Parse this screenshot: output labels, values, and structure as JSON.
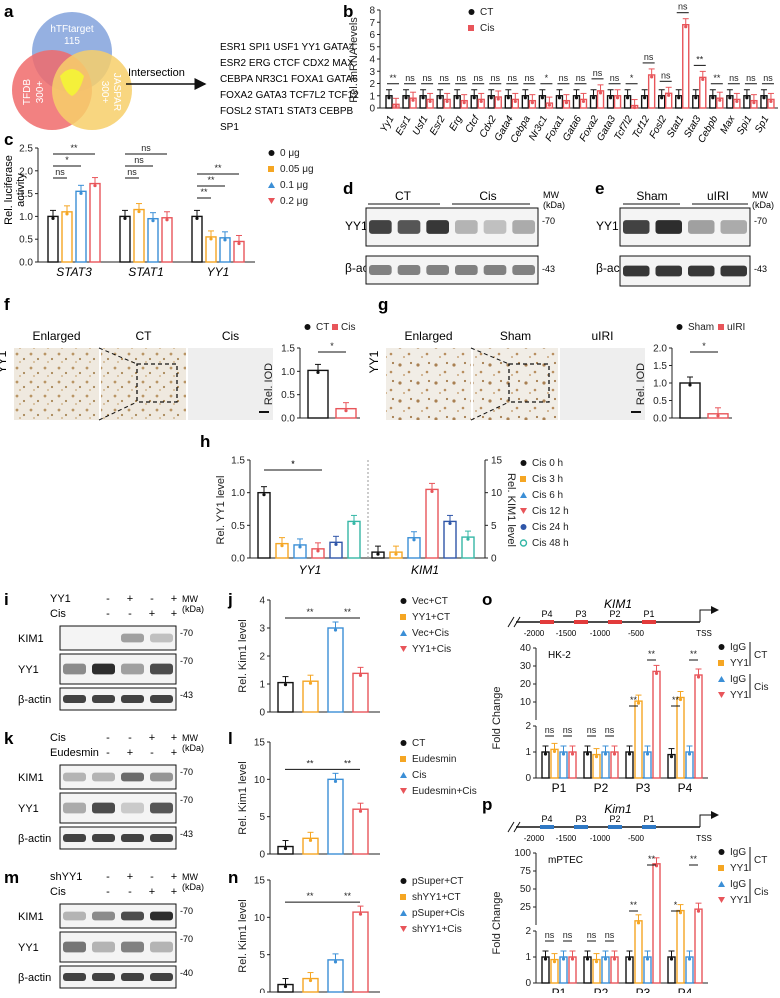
{
  "colors": {
    "ct": "#111111",
    "cis": "#e8555a",
    "y05": "#f5a623",
    "y1": "#3b8fd6",
    "y2": "#e8555a",
    "c48": "#35b7a6",
    "c24": "#2f56a8",
    "venn_h": "#8aa7de",
    "venn_t": "#f06b6b",
    "venn_j": "#f7cf6a"
  },
  "panels": {
    "a": "a",
    "b": "b",
    "c": "c",
    "d": "d",
    "e": "e",
    "f": "f",
    "g": "g",
    "h": "h",
    "i": "i",
    "j": "j",
    "k": "k",
    "l": "l",
    "m": "m",
    "n": "n",
    "o": "o",
    "p": "p"
  },
  "a": {
    "circle_h": "hTFtarget",
    "circle_h_n": "115",
    "circle_t": "TFDB",
    "circle_t_n": "300+",
    "circle_j": "JASPAR",
    "circle_j_n": "300+",
    "arrow_label": "Intersection",
    "genes": [
      "ESR1 SPI1 USF1 YY1 GATA4",
      "ESR2 ERG CTCF CDX2 MAX",
      "CEBPA NR3C1 FOXA1 GATA6",
      "FOXA2 GATA3 TCF7L2 TCF12",
      "FOSL2 STAT1 STAT3 CEBPB",
      "SP1"
    ]
  },
  "b": {
    "ylabel": "Rel. mRNA levels",
    "legend": [
      "CT",
      "Cis"
    ],
    "yticks": [
      "0",
      "1",
      "2",
      "3",
      "4",
      "5",
      "6",
      "7",
      "8"
    ],
    "sig": [
      "**",
      "ns",
      "ns",
      "ns",
      "ns",
      "ns",
      "ns",
      "ns",
      "ns",
      "*",
      "ns",
      "ns",
      "ns",
      "ns",
      "*",
      "ns",
      "ns",
      "ns",
      "**",
      "**",
      "ns",
      "ns",
      "ns",
      "ns"
    ]
  },
  "c": {
    "ylabel": "Rel. luciferase\nactivity",
    "legend": [
      "0 μg",
      "0.05 μg",
      "0.1 μg",
      "0.2 μg"
    ],
    "yticks": [
      "0.0",
      "0.5",
      "1.0",
      "1.5",
      "2.0",
      "2.5"
    ],
    "groups": [
      "STAT3",
      "STAT1",
      "YY1"
    ],
    "sig_stat3": [
      "ns",
      "*",
      "**"
    ],
    "sig_stat1": [
      "ns",
      "ns",
      "ns"
    ],
    "sig_yy1": [
      "**",
      "**",
      "**"
    ]
  },
  "d": {
    "col1": "CT",
    "col2": "Cis",
    "mw": "MW\n(kDa)",
    "row1": "YY1",
    "row2": "β-actin",
    "mw1": "-70",
    "mw2": "-43"
  },
  "e": {
    "col1": "Sham",
    "col2": "uIRI",
    "mw": "MW\n(kDa)",
    "row1": "YY1",
    "row2": "β-actin",
    "mw1": "-70",
    "mw2": "-43"
  },
  "f": {
    "labels": [
      "Enlarged",
      "CT",
      "Cis"
    ],
    "row": "YY1",
    "legend": [
      "CT",
      "Cis"
    ],
    "ylabel": "Rel. IOD",
    "sig": "*",
    "yticks": [
      "0.0",
      "0.5",
      "1.0",
      "1.5"
    ]
  },
  "g": {
    "labels": [
      "Enlarged",
      "Sham",
      "uIRI"
    ],
    "row": "YY1",
    "legend": [
      "Sham",
      "uIRI"
    ],
    "ylabel": "Rel. IOD",
    "sig": "*",
    "yticks": [
      "0.0",
      "0.5",
      "1.0",
      "1.5",
      "2.0"
    ]
  },
  "h": {
    "ylabel_left": "Rel. YY1 level",
    "ylabel_right": "Rel. KIM1 level",
    "left_ticks": [
      "0.0",
      "0.5",
      "1.0",
      "1.5"
    ],
    "right_ticks": [
      "0",
      "5",
      "10",
      "15"
    ],
    "groups": [
      "YY1",
      "KIM1"
    ],
    "legend": [
      "Cis 0 h",
      "Cis 3 h",
      "Cis 6 h",
      "Cis 12 h",
      "Cis 24 h",
      "Cis 48 h"
    ]
  },
  "i": {
    "rows": [
      "YY1",
      "Cis"
    ],
    "signs": [
      [
        "-",
        "+",
        "-",
        "+"
      ],
      [
        "-",
        "-",
        "+",
        "+"
      ]
    ],
    "mw": "MW\n(kDa)",
    "bands": [
      "KIM1",
      "YY1",
      "β-actin"
    ],
    "mws": [
      "-70",
      "-70",
      "-43"
    ]
  },
  "j": {
    "ylabel": "Rel. Kim1 level",
    "yticks": [
      "0",
      "1",
      "2",
      "3",
      "4"
    ],
    "legend": [
      "Vec+CT",
      "YY1+CT",
      "Vec+Cis",
      "YY1+Cis"
    ],
    "sig": [
      "**",
      "**"
    ]
  },
  "k": {
    "rows": [
      "Cis",
      "Eudesmin"
    ],
    "signs": [
      [
        "-",
        "-",
        "+",
        "+"
      ],
      [
        "-",
        "+",
        "-",
        "+"
      ]
    ],
    "mw": "MW\n(kDa)",
    "bands": [
      "KIM1",
      "YY1",
      "β-actin"
    ],
    "mws": [
      "-70",
      "-70",
      "-43"
    ]
  },
  "l": {
    "ylabel": "Rel. Kim1 level",
    "yticks": [
      "0",
      "5",
      "10",
      "15"
    ],
    "legend": [
      "CT",
      "Eudesmin",
      "Cis",
      "Eudesmin+Cis"
    ],
    "sig": [
      "**",
      "**"
    ]
  },
  "m": {
    "rows": [
      "shYY1",
      "Cis"
    ],
    "signs": [
      [
        "-",
        "+",
        "-",
        "+"
      ],
      [
        "-",
        "-",
        "+",
        "+"
      ]
    ],
    "mw": "MW\n(kDa)",
    "bands": [
      "KIM1",
      "YY1",
      "β-actin"
    ],
    "mws": [
      "-70",
      "-70",
      "-40"
    ]
  },
  "n": {
    "ylabel": "Rel. Kim1 level",
    "yticks": [
      "0",
      "5",
      "10",
      "15"
    ],
    "legend": [
      "pSuper+CT",
      "shYY1+CT",
      "pSuper+Cis",
      "shYY1+Cis"
    ],
    "sig": [
      "**",
      "**"
    ]
  },
  "o": {
    "gene": "KIM1",
    "cell": "HK-2",
    "ylabel": "Fold Change",
    "promoters": [
      "P4",
      "P3",
      "P2",
      "P1"
    ],
    "positions": [
      "-2000",
      "-1500",
      "-1000",
      "-500",
      "TSS"
    ],
    "x": [
      "P1",
      "P2",
      "P3",
      "P4"
    ],
    "legend": [
      "IgG",
      "YY1",
      "IgG",
      "YY1"
    ],
    "legend_groups": [
      "CT",
      "Cis"
    ],
    "yticks_low": [
      "0",
      "1",
      "2"
    ],
    "yticks_high": [
      "10",
      "20",
      "30",
      "40"
    ],
    "sig": [
      "ns",
      "ns",
      "ns",
      "ns",
      "**",
      "**",
      "**",
      "**"
    ]
  },
  "p": {
    "gene": "Kim1",
    "cell": "mPTEC",
    "ylabel": "Fold Change",
    "promoters": [
      "P4",
      "P3",
      "P2",
      "P1"
    ],
    "positions": [
      "-2000",
      "-1500",
      "-1000",
      "-500",
      "TSS"
    ],
    "x": [
      "P1",
      "P2",
      "P3",
      "P4"
    ],
    "legend": [
      "IgG",
      "YY1",
      "IgG",
      "YY1"
    ],
    "legend_groups": [
      "CT",
      "Cis"
    ],
    "yticks_low": [
      "0",
      "1",
      "2"
    ],
    "yticks_high": [
      "25",
      "50",
      "75",
      "100"
    ],
    "sig": [
      "ns",
      "ns",
      "ns",
      "ns",
      "**",
      "**",
      "*",
      "**"
    ]
  },
  "chart_data": [
    {
      "panel": "b",
      "type": "bar",
      "ylim": [
        0,
        8
      ],
      "categories": [
        "Yy1",
        "Esr1",
        "Usf1",
        "Esr2",
        "Erg",
        "Ctcf",
        "Cdx2",
        "Gata4",
        "Cebpa",
        "Nr3c1",
        "Foxa1",
        "Gata6",
        "Foxa2",
        "Gata3",
        "Tcf7l2",
        "Tcf12",
        "Fosl2",
        "Stat1",
        "Stat3",
        "Cebpb",
        "Max",
        "Spi1",
        "Sp1"
      ],
      "series": [
        {
          "name": "CT",
          "values": [
            1,
            1,
            1,
            1,
            1,
            1,
            1,
            1,
            1,
            1,
            1,
            1,
            1,
            1,
            1,
            1,
            1,
            1,
            1,
            1,
            1,
            1,
            1
          ]
        },
        {
          "name": "Cis",
          "values": [
            0.3,
            0.8,
            0.7,
            0.7,
            0.6,
            0.7,
            0.9,
            0.7,
            0.6,
            0.4,
            0.6,
            0.7,
            1.4,
            1.0,
            0.2,
            2.7,
            1.2,
            6.8,
            2.5,
            0.8,
            0.7,
            0.6,
            0.7
          ]
        }
      ]
    },
    {
      "panel": "c",
      "type": "bar",
      "ylim": [
        0,
        2.5
      ],
      "categories": [
        "STAT3",
        "STAT1",
        "YY1"
      ],
      "series": [
        {
          "name": "0 μg",
          "values": [
            1.0,
            1.0,
            1.0
          ]
        },
        {
          "name": "0.05 μg",
          "values": [
            1.1,
            1.15,
            0.55
          ]
        },
        {
          "name": "0.1 μg",
          "values": [
            1.55,
            0.95,
            0.53
          ]
        },
        {
          "name": "0.2 μg",
          "values": [
            1.72,
            0.97,
            0.45
          ]
        }
      ]
    },
    {
      "panel": "f",
      "type": "bar",
      "ylim": [
        0,
        1.5
      ],
      "categories": [
        "CT",
        "Cis"
      ],
      "values": [
        1.02,
        0.2
      ]
    },
    {
      "panel": "g",
      "type": "bar",
      "ylim": [
        0,
        2.0
      ],
      "categories": [
        "Sham",
        "uIRI"
      ],
      "values": [
        1.0,
        0.12
      ]
    },
    {
      "panel": "h",
      "type": "bar",
      "categories": [
        "YY1",
        "KIM1"
      ],
      "series": [
        {
          "name": "Cis 0 h",
          "values": [
            1.0,
            0.9
          ]
        },
        {
          "name": "Cis 3 h",
          "values": [
            0.22,
            0.9
          ]
        },
        {
          "name": "Cis 6 h",
          "values": [
            0.2,
            3.1
          ]
        },
        {
          "name": "Cis 12 h",
          "values": [
            0.14,
            10.5
          ]
        },
        {
          "name": "Cis 24 h",
          "values": [
            0.24,
            5.6
          ]
        },
        {
          "name": "Cis 48 h",
          "values": [
            0.56,
            3.2
          ]
        }
      ]
    },
    {
      "panel": "j",
      "type": "bar",
      "ylim": [
        0,
        4
      ],
      "categories": [
        "Vec+CT",
        "YY1+CT",
        "Vec+Cis",
        "YY1+Cis"
      ],
      "values": [
        1.05,
        1.1,
        3.0,
        1.38
      ]
    },
    {
      "panel": "l",
      "type": "bar",
      "ylim": [
        0,
        15
      ],
      "categories": [
        "CT",
        "Eudesmin",
        "Cis",
        "Eudesmin+Cis"
      ],
      "values": [
        1.0,
        2.1,
        10.0,
        6.0
      ]
    },
    {
      "panel": "n",
      "type": "bar",
      "ylim": [
        0,
        15
      ],
      "categories": [
        "pSuper+CT",
        "shYY1+CT",
        "pSuper+Cis",
        "shYY1+Cis"
      ],
      "values": [
        1.0,
        1.8,
        4.3,
        10.7
      ]
    },
    {
      "panel": "o",
      "type": "bar",
      "categories": [
        "P1",
        "P2",
        "P3",
        "P4"
      ],
      "series": [
        {
          "name": "IgG CT",
          "values": [
            1.0,
            1.0,
            1.0,
            0.9
          ]
        },
        {
          "name": "YY1 CT",
          "values": [
            1.1,
            0.9,
            10.5,
            12.5
          ]
        },
        {
          "name": "IgG Cis",
          "values": [
            1.0,
            1.0,
            1.0,
            1.0
          ]
        },
        {
          "name": "YY1 Cis",
          "values": [
            1.0,
            1.0,
            27,
            25
          ]
        }
      ]
    },
    {
      "panel": "p",
      "type": "bar",
      "categories": [
        "P1",
        "P2",
        "P3",
        "P4"
      ],
      "series": [
        {
          "name": "IgG CT",
          "values": [
            1.0,
            1.0,
            1.0,
            1.0
          ]
        },
        {
          "name": "YY1 CT",
          "values": [
            0.9,
            0.9,
            5.8,
            20
          ]
        },
        {
          "name": "IgG Cis",
          "values": [
            1.0,
            1.0,
            1.0,
            1.0
          ]
        },
        {
          "name": "YY1 Cis",
          "values": [
            1.0,
            1.0,
            85,
            22
          ]
        }
      ]
    }
  ]
}
